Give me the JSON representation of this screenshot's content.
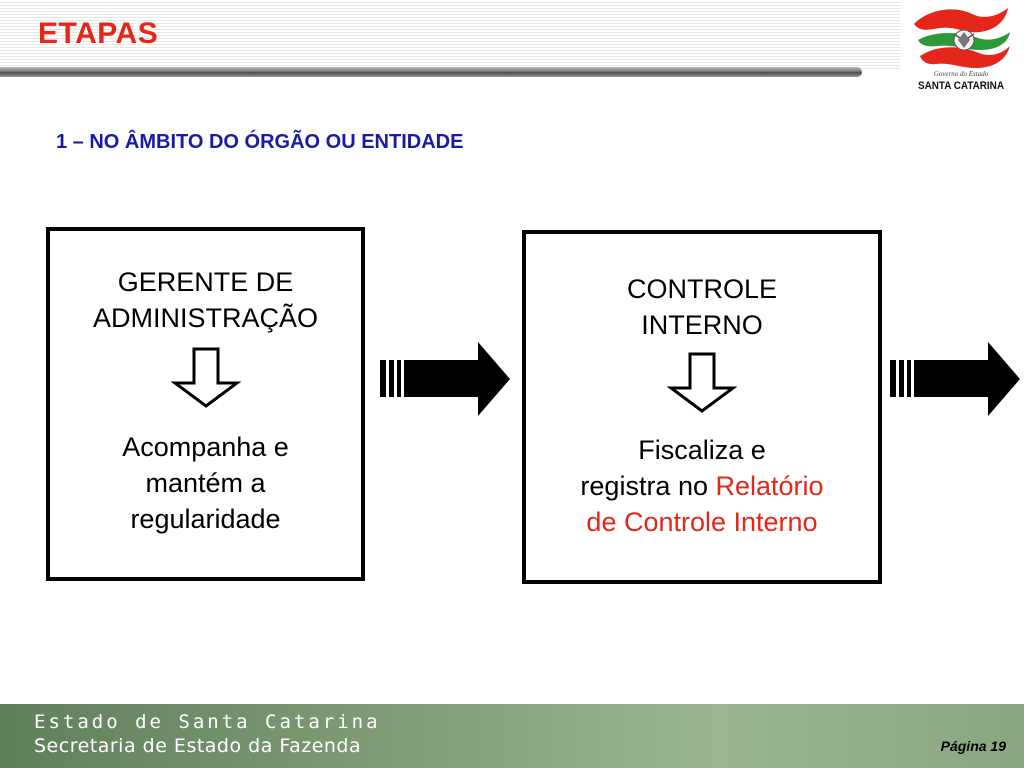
{
  "header": {
    "title": "ETAPAS"
  },
  "logo": {
    "caption_small": "Governo do Estado",
    "caption_name": "SANTA CATARINA",
    "colors": {
      "red": "#e4261b",
      "green": "#2d9a3a"
    }
  },
  "subtitle": "1 – NO ÂMBITO DO ÓRGÃO OU ENTIDADE",
  "steps": [
    {
      "role": "GERENTE DE\nADMINISTRAÇÃO",
      "description": "Acompanha e\nmantém a\nregularidade"
    },
    {
      "role": "CONTROLE\nINTERNO",
      "description_plain": "Fiscaliza e\nregistra no ",
      "description_highlight": "Relatório\nde Controle Interno"
    }
  ],
  "footer": {
    "line1": "Estado de Santa Catarina",
    "line2": "Secretaria de Estado da Fazenda",
    "page_label": "Página 19"
  },
  "colors": {
    "title_red": "#e4261b",
    "subtitle_blue": "#1a1aa8",
    "footer_green": "#7d9a74"
  }
}
